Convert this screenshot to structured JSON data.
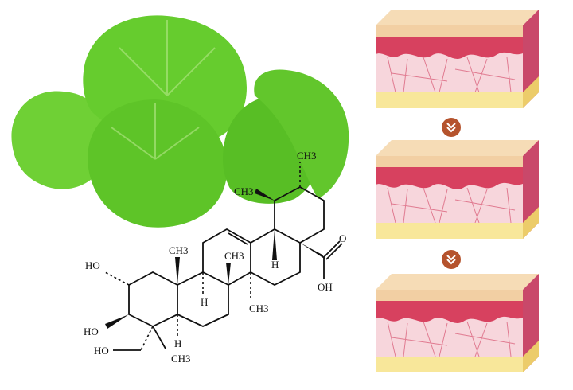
{
  "molecule": {
    "labels": {
      "ho_c2": "HO",
      "ho_c3": "HO",
      "ho_ch2": "HO",
      "ch3_c10": "CH3",
      "ch3_c8": "CH3",
      "ch3_c14": "CH3",
      "ch3_c4": "CH3",
      "ch3_c19": "CH3",
      "ch3_c20": "CH3",
      "h_c9": "H",
      "h_c5": "H",
      "h_c18": "H",
      "o_carbonyl": "O",
      "oh_acid": "OH"
    }
  },
  "colors": {
    "leaf": "#5cc72a",
    "leaf_dark": "#3a9a18",
    "skin_top": "#f2cfa3",
    "dermis_red": "#d7415f",
    "dermis_pink": "#f7d6dc",
    "fat": "#f8e79a",
    "arrow_badge": "#b5532d"
  }
}
